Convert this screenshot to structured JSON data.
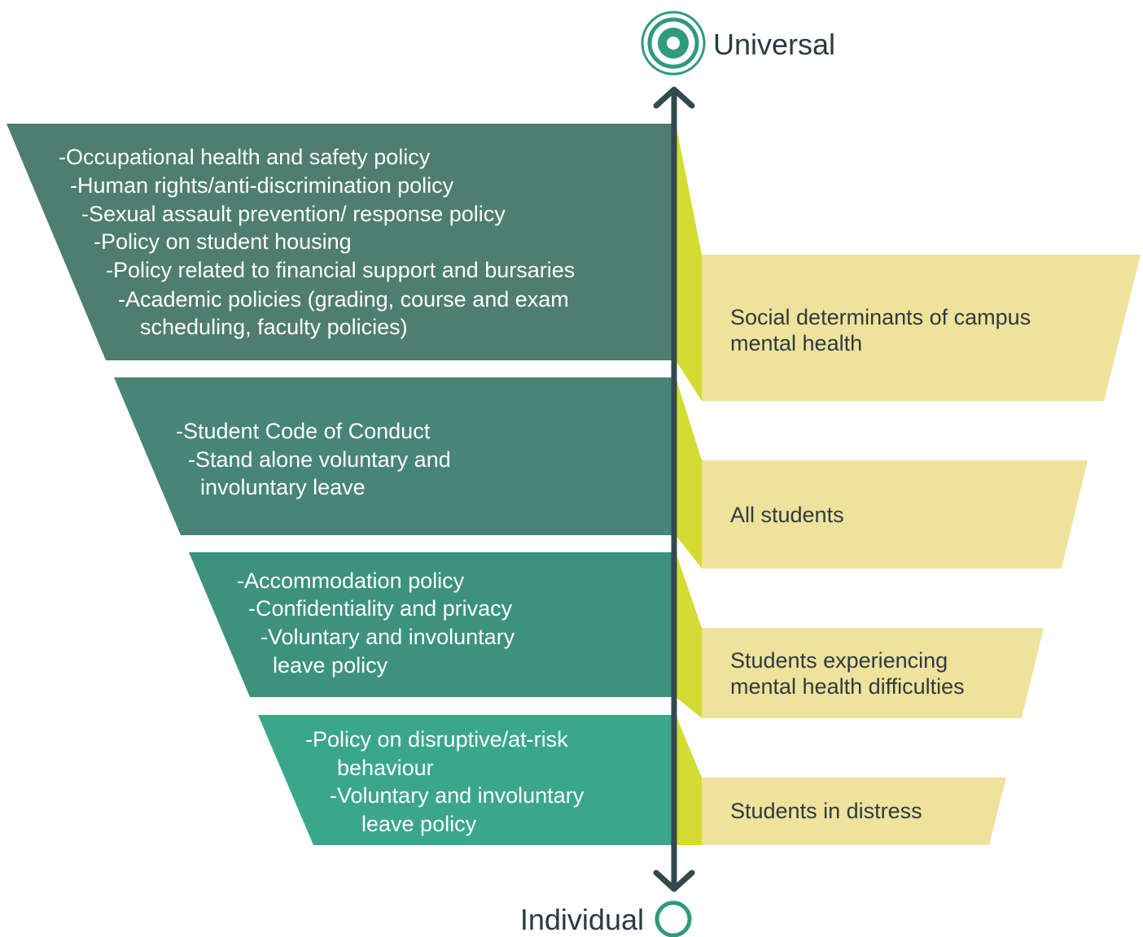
{
  "poles": {
    "top": "Universal",
    "bottom": "Individual"
  },
  "tiers": [
    {
      "policy_lines": [
        "-Occupational health and safety policy",
        "-Human rights/anti-discrimination policy",
        "-Sexual assault prevention/ response policy",
        "-Policy on student housing",
        "-Policy related to financial support and bursaries",
        "-Academic policies (grading, course and exam",
        "scheduling, faculty policies)"
      ],
      "group_lines": [
        "Social determinants of campus",
        "mental health"
      ]
    },
    {
      "policy_lines": [
        "-Student Code of Conduct",
        "-Stand alone voluntary and",
        "involuntary leave"
      ],
      "group_lines": [
        "All students"
      ]
    },
    {
      "policy_lines": [
        "-Accommodation policy",
        "-Confidentiality and privacy",
        "-Voluntary and involuntary",
        "leave policy"
      ],
      "group_lines": [
        "Students experiencing",
        "mental health difficulties"
      ]
    },
    {
      "policy_lines": [
        "-Policy on disruptive/at-risk",
        "behaviour",
        "-Voluntary and involuntary",
        "leave policy"
      ],
      "group_lines": [
        "Students in distress"
      ]
    }
  ],
  "colors": {
    "tier_fills": [
      "#4f7d6f",
      "#478577",
      "#3d927c",
      "#3aa78b"
    ],
    "group_fill": "#efe29c",
    "connector_fill": "#d4dc34",
    "axis": "#34494f",
    "ring": "#2f9a7e"
  }
}
